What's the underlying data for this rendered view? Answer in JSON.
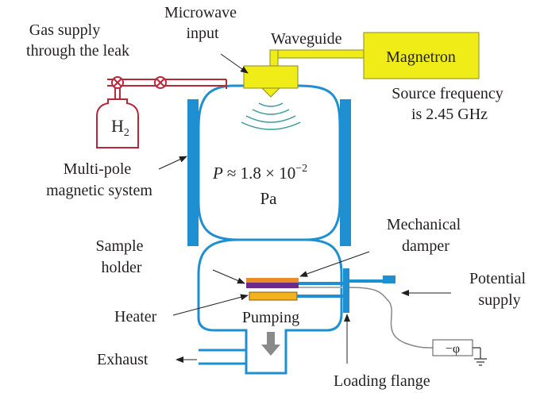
{
  "labels": {
    "microwave_input": [
      "Microwave",
      "input"
    ],
    "gas_supply": [
      "Gas supply",
      "through the leak"
    ],
    "waveguide": "Waveguide",
    "magnetron": "Magnetron",
    "source_frequency": [
      "Source frequency",
      "is 2.45 GHz"
    ],
    "gas_cylinder": "H",
    "gas_cylinder_subscript": "2",
    "multipole": [
      "Multi-pole",
      "magnetic system"
    ],
    "pressure_prefix": "P",
    "pressure_value": "≈ 1.8 × 10",
    "pressure_exponent": "−2",
    "pressure_unit": "Pa",
    "mechanical_damper": [
      "Mechanical",
      "damper"
    ],
    "sample_holder": [
      "Sample",
      "holder"
    ],
    "potential_supply": [
      "Potential",
      "supply"
    ],
    "heater": "Heater",
    "pumping": "Pumping",
    "exhaust": "Exhaust",
    "loading_flange": "Loading flange",
    "phi_source": "−φ"
  },
  "colors": {
    "chamber_outline": "#1e8fd0",
    "magnet": "#1e8fd0",
    "magnetron_fill": "#f0ec17",
    "waveguide_fill": "#f0ec17",
    "gas_line": "#b8283a",
    "sample_orange": "#e98b2b",
    "sample_purple": "#6b2a8c",
    "heater_fill": "#f3b21b",
    "pump_arrow": "#8a8a8a",
    "text": "#231f20"
  }
}
